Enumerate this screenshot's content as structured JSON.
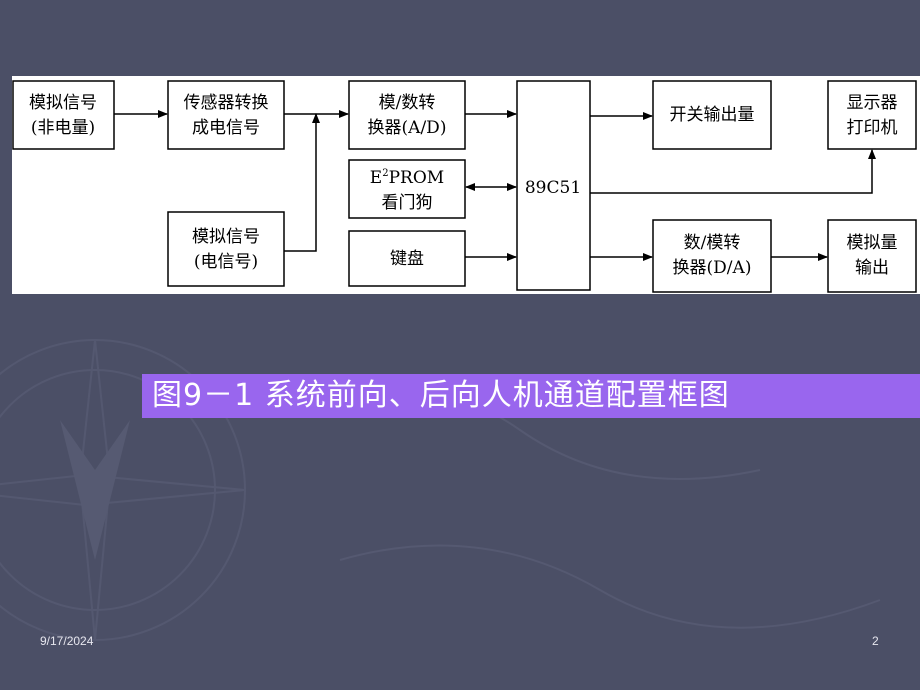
{
  "diagram": {
    "nodes": {
      "analog_nonelectric": {
        "line1": "模拟信号",
        "line2": "(非电量)"
      },
      "sensor": {
        "line1": "传感器转换",
        "line2": "成电信号"
      },
      "adc": {
        "line1": "模/数转",
        "line2": "换器(A/D)"
      },
      "mcu": {
        "line1": "89C51"
      },
      "switch_out": {
        "line1": "开关输出量"
      },
      "display": {
        "line1": "显示器",
        "line2": "打印机"
      },
      "eeprom": {
        "prefix": "E",
        "sup": "2",
        "suffix": "PROM",
        "line2": "看门狗"
      },
      "analog_electric": {
        "line1": "模拟信号",
        "line2": "(电信号)"
      },
      "keyboard": {
        "line1": "键盘"
      },
      "dac": {
        "line1": "数/模转",
        "line2": "换器(D/A)"
      },
      "analog_out": {
        "line1": "模拟量",
        "line2": "输出"
      }
    }
  },
  "caption": "图9－1  系统前向、后向人机通道配置框图",
  "footer": {
    "date": "9/17/2024",
    "page": "2"
  }
}
